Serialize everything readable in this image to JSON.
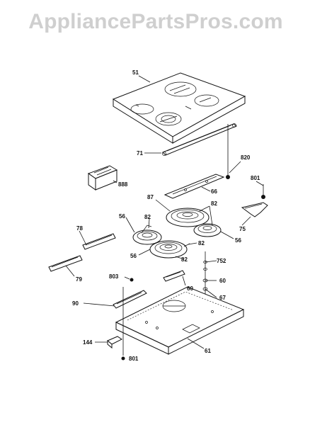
{
  "watermark": "AppliancePartsPros.com",
  "labels": {
    "p51": "51",
    "p71": "71",
    "p820": "820",
    "p888": "888",
    "p66": "66",
    "p801a": "801",
    "p87": "87",
    "p82a": "82",
    "p56a": "56",
    "p82b": "82",
    "p78": "78",
    "p75": "75",
    "p56b": "56",
    "p82c": "82",
    "p56c": "56",
    "p82d": "82",
    "p752": "752",
    "p79": "79",
    "p803": "803",
    "p60a": "60",
    "p60b": "60",
    "p90": "90",
    "p67": "67",
    "p144": "144",
    "p61": "61",
    "p801b": "801"
  }
}
